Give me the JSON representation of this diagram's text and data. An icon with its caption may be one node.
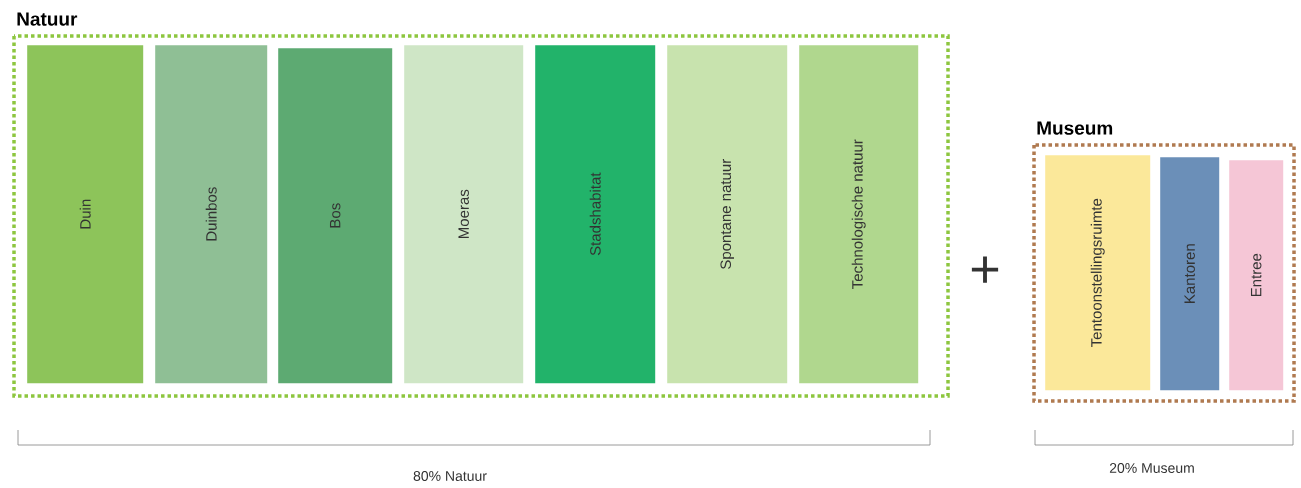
{
  "diagram": {
    "nodes": [
      {
        "text": [
          "Natuur"
        ]
      },
      {
        "text": [
          "Duin"
        ],
        "in": 0
      },
      {
        "text": [
          "Duinbos"
        ],
        "in": 0
      },
      {
        "text": [
          "Bos"
        ],
        "in": 0
      },
      {
        "text": [
          "Moeras"
        ],
        "in": 0
      },
      {
        "text": [
          "Stadshabitat"
        ],
        "in": 0
      },
      {
        "text": [
          "Spontane natuur"
        ],
        "in": 0
      },
      {
        "text": [
          "Technologische natuur"
        ],
        "in": 0
      },
      {
        "text": [
          "Museum"
        ]
      },
      {
        "text": [
          "Tentoonstellingsruimte"
        ],
        "in": 8
      },
      {
        "text": [
          "Kantoren"
        ],
        "in": 8
      },
      {
        "text": [
          "Entree"
        ],
        "in": 8
      }
    ],
    "labels": [
      "+",
      "80% Natuur",
      "20% Museum"
    ]
  }
}
